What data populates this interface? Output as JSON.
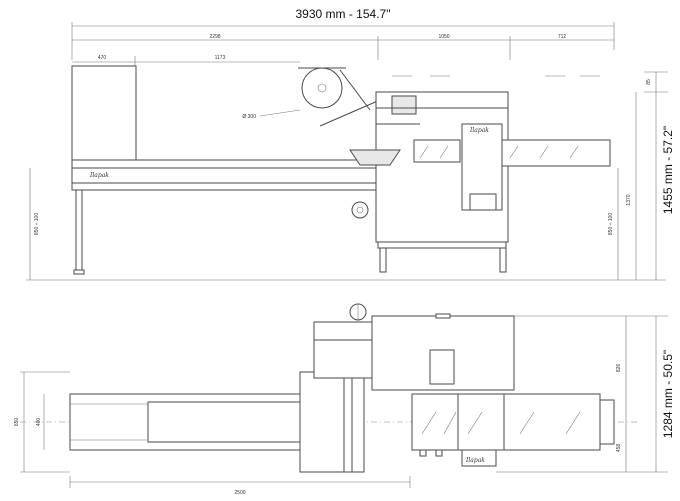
{
  "side_view": {
    "total_length": "3930 mm - 154.7\"",
    "total_height": "1455 mm - 57.2\"",
    "dim_infeed": "2298",
    "dim_mid": "1050",
    "dim_out": "712",
    "dim_470": "470",
    "dim_1173": "1173",
    "dim_reel": "Ø 300",
    "dim_height_left": "850 ÷ 100",
    "dim_height_right": "850 ÷ 100",
    "dim_1370": "1370",
    "dim_top": "85"
  },
  "top_view": {
    "total_width": "1284 mm - 50.5\"",
    "dim_bottom": "2500",
    "dim_left_outer": "650",
    "dim_left_inner": "400",
    "dim_right_top": "826",
    "dim_right_bottom": "458"
  },
  "logo_text": "Ilapak",
  "colors": {
    "line": "#4a4a4a",
    "fill": "#e8e8e8"
  }
}
